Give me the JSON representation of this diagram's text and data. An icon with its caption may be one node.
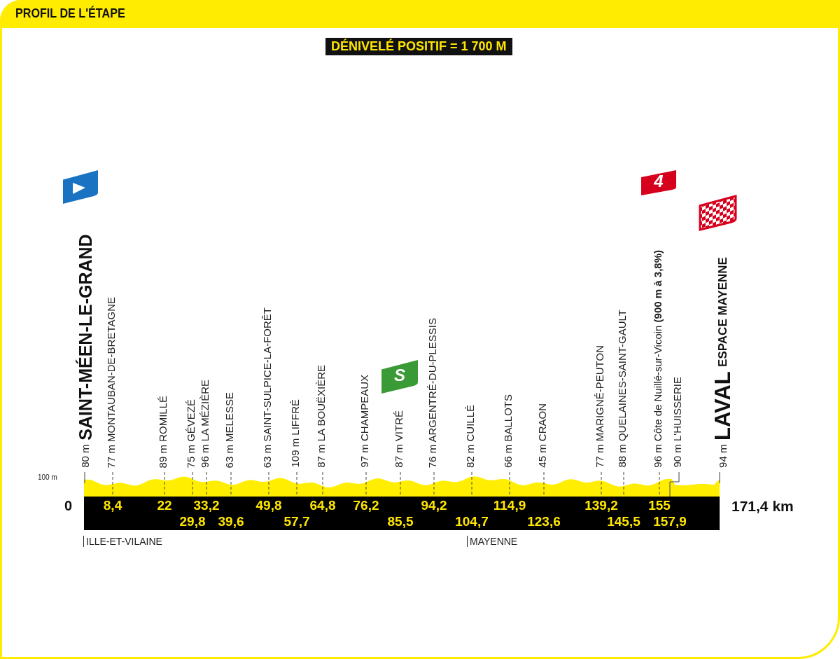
{
  "diagram": {
    "title": "PROFIL DE L'ÉTAPE",
    "nodes": [
      {
        "text": [
          "S"
        ]
      },
      {
        "text": [
          "4"
        ]
      }
    ],
    "labels": [
      "DÉNIVELÉ POSITIF = 1 700 M",
      "80 m",
      "SAINT-MÉEN-LE-GRAND",
      "77 m MONTAUBAN-DE-BRETAGNE",
      "89 m ROMILLÉ",
      "75 m GÉVEZÉ",
      "96 m LA MÉZIÈRE",
      "63 m MELESSE",
      "63 m SAINT-SULPICE-LA-FORÊT",
      "109 m LIFFRÉ",
      "87 m LA BOUËXIÈRE",
      "97 m CHAMPEAUX",
      "87 m VITRÉ",
      "76 m ARGENTRÉ-DU-PLESSIS",
      "82 m CUILLÉ",
      "66 m BALLOTS",
      "45 m CRAON",
      "77 m MARIGNÉ-PEUTON",
      "88 m QUELAINES-SAINT-GAULT",
      "96 m Côte de Nuillé-sur-Vicoin **(900 m à 3,8%)**",
      "90 m L'HUISSERIE",
      "94 m",
      "LAVAL",
      "ESPACE MAYENNE",
      "100 m",
      "0",
      "8,4",
      "22",
      "33,2",
      "49,8",
      "64,8",
      "76,2",
      "94,2",
      "114,9",
      "139,2",
      "155",
      "171,4 km",
      "29,8",
      "39,6",
      "57,7",
      "85,5",
      "104,7",
      "123,6",
      "145,5",
      "157,9",
      "ILLE-ET-VILAINE",
      "MAYENNE"
    ]
  }
}
